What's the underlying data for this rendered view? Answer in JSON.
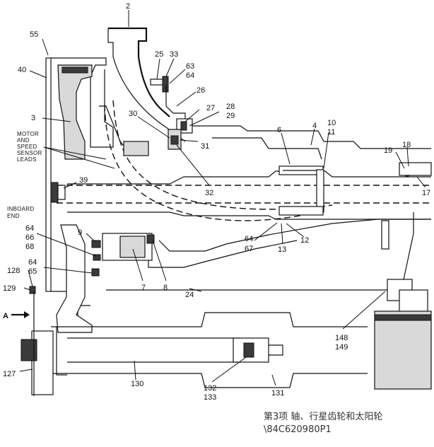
{
  "callouts": {
    "c2": "2",
    "c55": "55",
    "c40": "40",
    "c25": "25",
    "c33": "33",
    "c63": "63",
    "c64a": "64",
    "c26": "26",
    "c27": "27",
    "c28": "28",
    "c29": "29",
    "c30": "30",
    "c31": "31",
    "c3": "3",
    "c6": "6",
    "c4": "4",
    "c10": "10",
    "c11": "11",
    "c19": "19",
    "c18": "18",
    "c17": "17",
    "c39": "39",
    "c32": "32",
    "c64b": "64",
    "c66": "66",
    "c68": "68",
    "c9": "9",
    "c64c": "64",
    "c65": "65",
    "c128": "128",
    "c129": "129",
    "cA": "A",
    "c7": "7",
    "c8": "8",
    "c24": "24",
    "c64d": "64",
    "c67": "67",
    "c13": "13",
    "c12": "12",
    "c148": "148",
    "c149": "149",
    "c127": "127",
    "c130": "130",
    "c132": "132",
    "c133": "133",
    "c131": "131"
  },
  "labels": {
    "motor_line1": "MOTOR",
    "motor_line2": "AND",
    "motor_line3": "SPEED",
    "motor_line4": "SENSOR",
    "motor_line5": "LEADS",
    "inboard_line1": "INBOARD",
    "inboard_line2": "END"
  },
  "caption": {
    "title": "第3项 轴、行星齿轮和太阳轮",
    "code": "\\84C620980P1"
  }
}
